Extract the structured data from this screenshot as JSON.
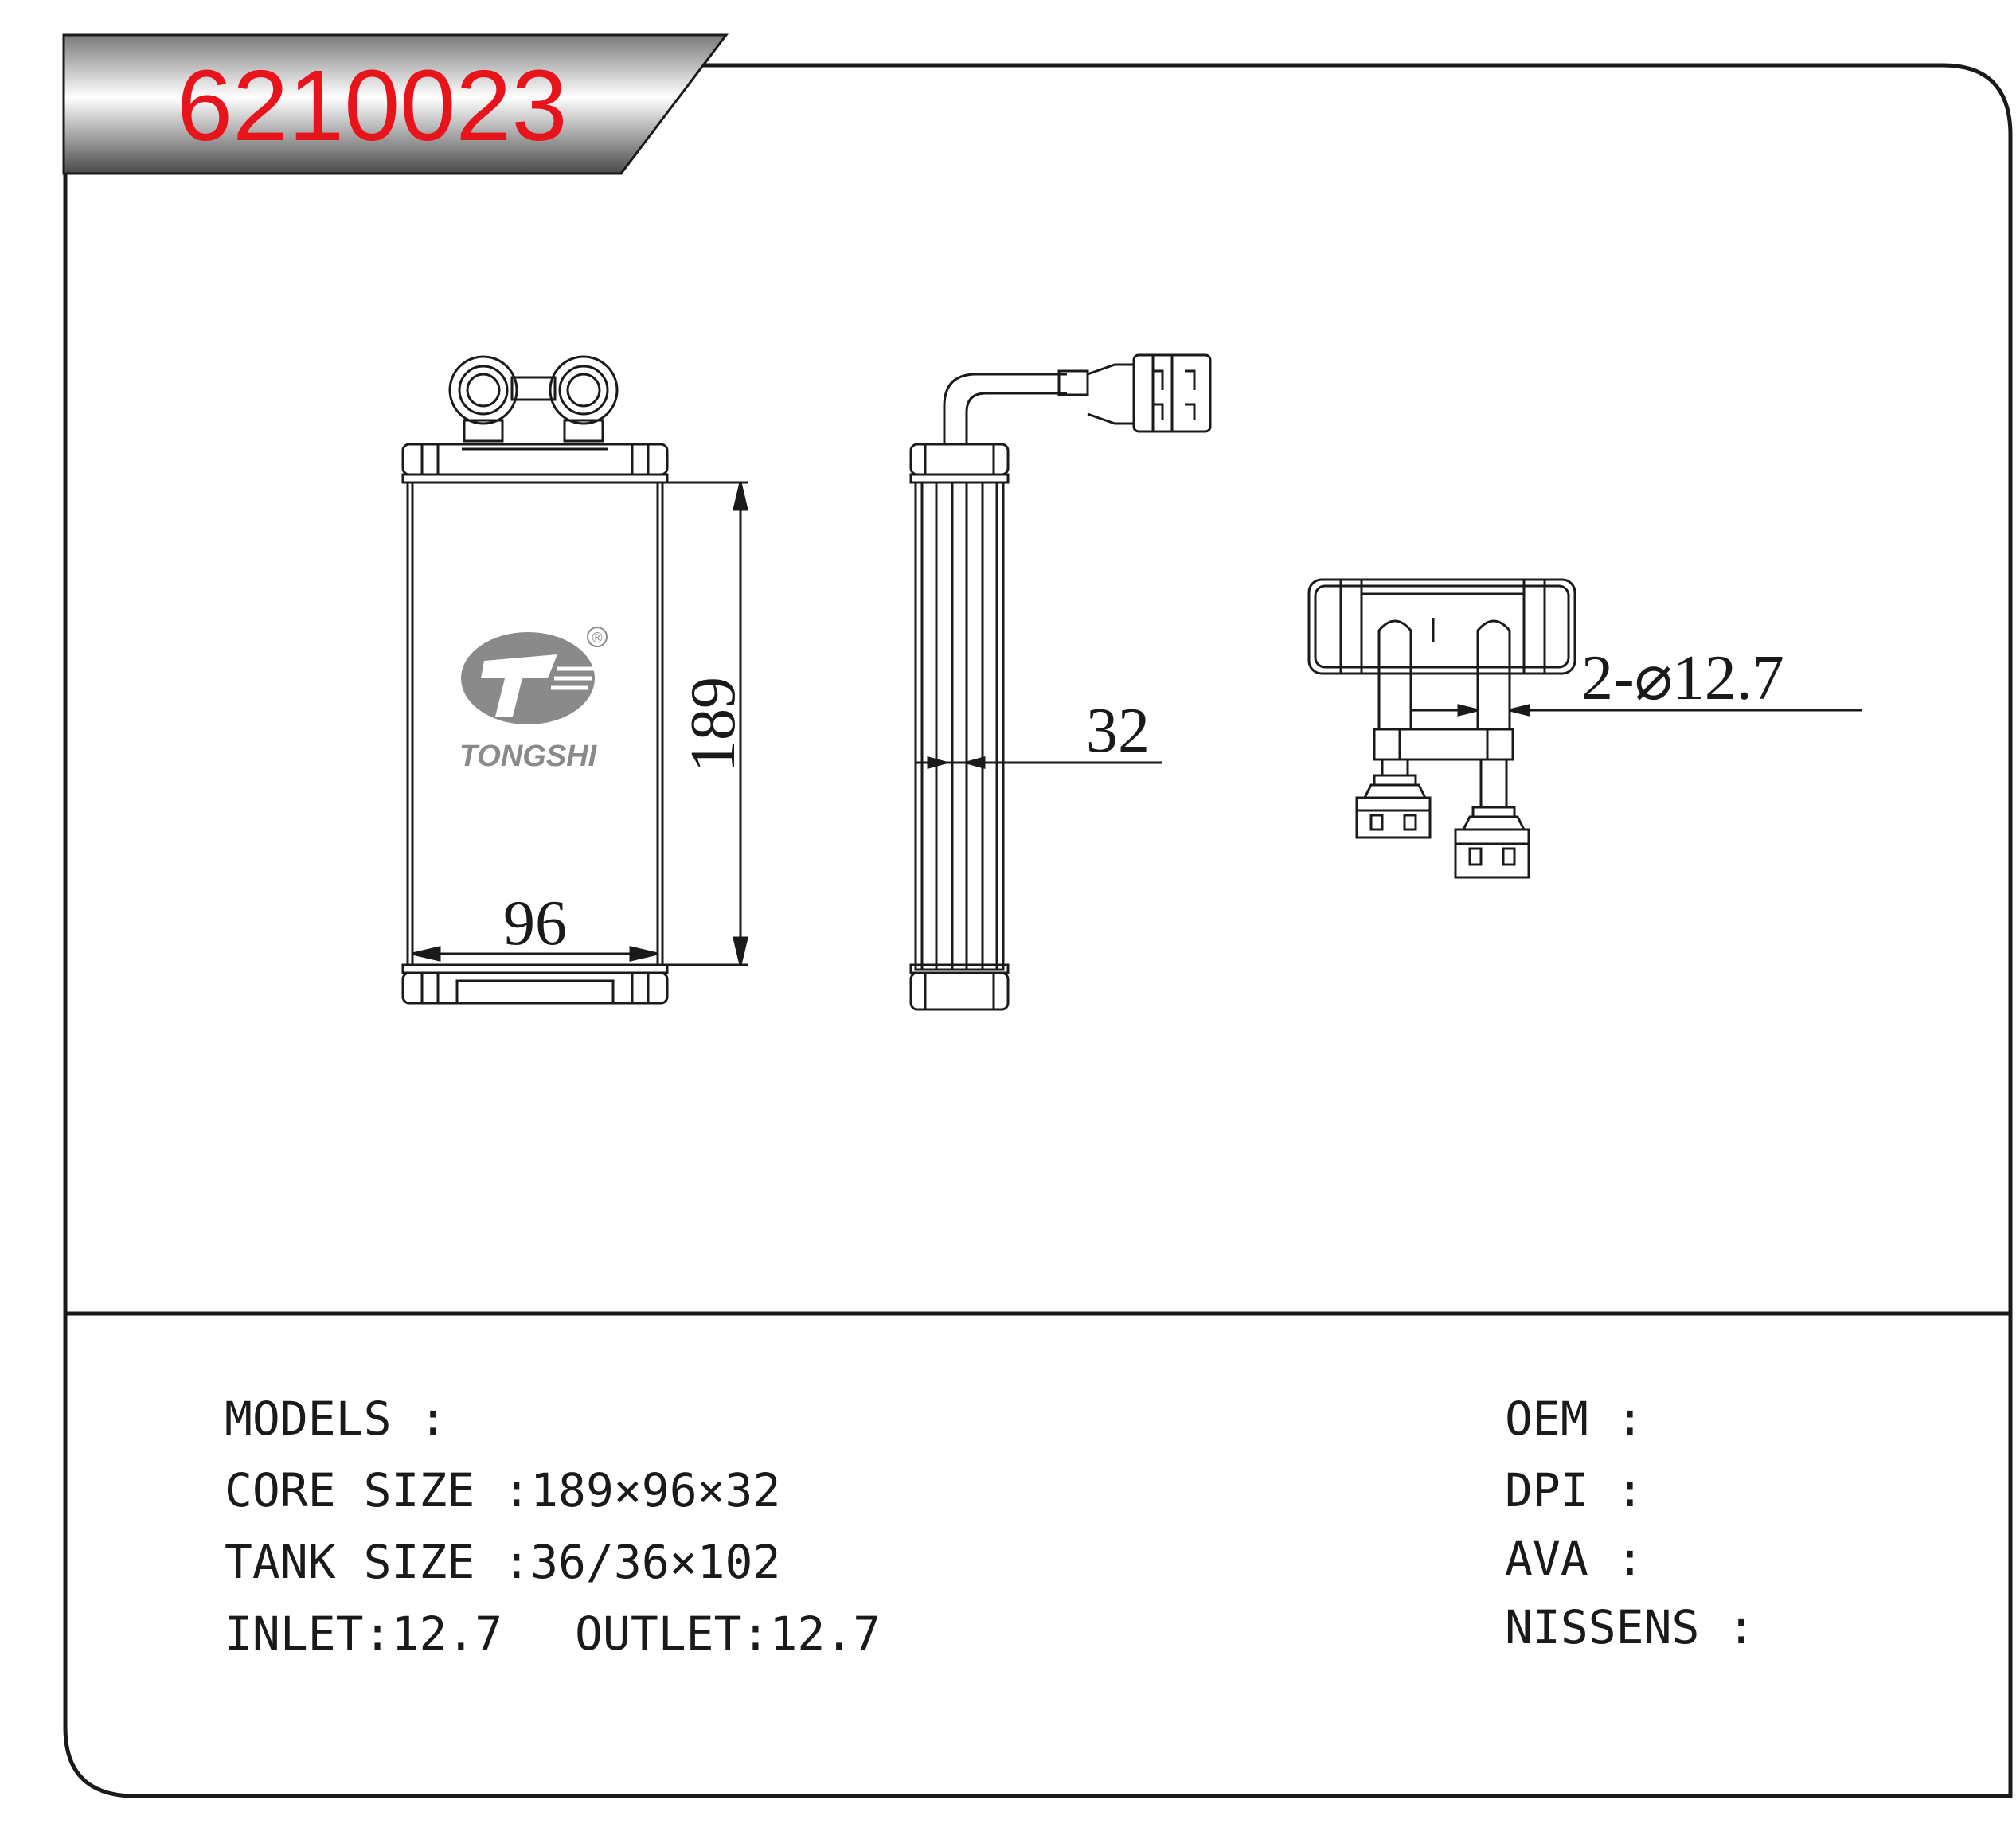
{
  "part_number": "6210023",
  "brand": {
    "name": "TONGSHI",
    "registered_mark": "®"
  },
  "colors": {
    "part_number": "#e8141b",
    "line": "#1a1a1a",
    "logo_gray": "#8a8a8a"
  },
  "dimensions": {
    "core_height": "189",
    "core_width": "96",
    "core_depth": "32",
    "pipe_spec": "2-⌀12.7"
  },
  "specs_left": [
    {
      "label": "MODELS",
      "sep": " :",
      "value": ""
    },
    {
      "label": "CORE SIZE",
      "sep": " :",
      "value": "189×96×32"
    },
    {
      "label": "TANK SIZE",
      "sep": " :",
      "value": "36/36×102"
    },
    {
      "label": "INLET",
      "sep": ":",
      "value": "12.7",
      "label2": "OUTLET",
      "value2": "12.7"
    }
  ],
  "specs_right": [
    {
      "label": "OEM",
      "sep": " :"
    },
    {
      "label": "DPI",
      "sep": " :"
    },
    {
      "label": "AVA",
      "sep": " :"
    },
    {
      "label": "NISSENS",
      "sep": " :"
    }
  ]
}
